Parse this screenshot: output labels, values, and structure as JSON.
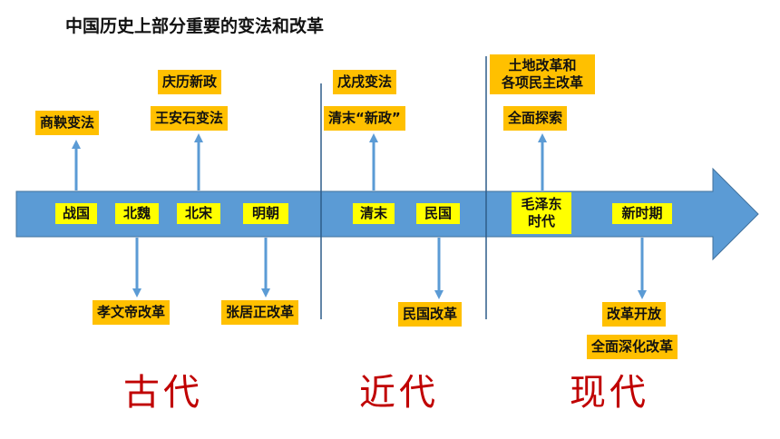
{
  "title": "中国历史上部分重要的变法和改革",
  "timeline": {
    "periods": [
      "战国",
      "北魏",
      "北宋",
      "明朝",
      "清末",
      "民国",
      "毛泽东时代",
      "新时期"
    ],
    "mao_line1": "毛泽东",
    "mao_line2": "时代"
  },
  "reforms_above": {
    "shang_yang": "商鞅变法",
    "qingli": "庆历新政",
    "wang_anshi": "王安石变法",
    "wuxu": "戊戌变法",
    "qingmo_new_policy": "清末“新政”",
    "land_reform_line1": "土地改革和",
    "land_reform_line2": "各项民主改革",
    "full_exploration": "全面探索"
  },
  "reforms_below": {
    "xiaowen": "孝文帝改革",
    "zhang_juzheng": "张居正改革",
    "minguo": "民国改革",
    "reform_opening": "改革开放",
    "deepening": "全面深化改革"
  },
  "eras": [
    "古代",
    "近代",
    "现代"
  ],
  "colors": {
    "arrow": "#5b9bd5",
    "period_box": "#ffff00",
    "reform_label": "#ffc000",
    "era_text": "#c00000"
  }
}
